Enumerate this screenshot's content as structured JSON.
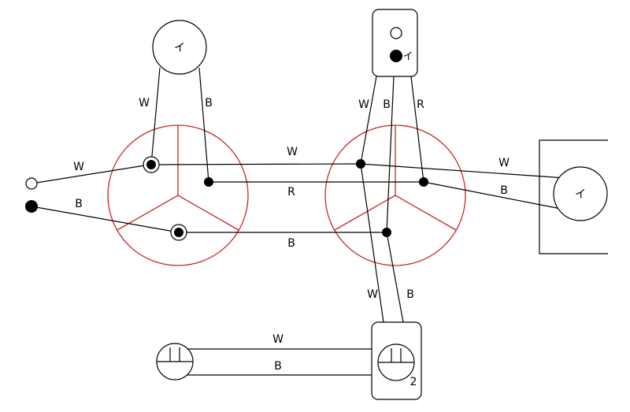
{
  "colors": {
    "junction_box": "#c62828",
    "wire": "#000000"
  },
  "lamp_symbol": "イ",
  "switch_symbol": "イ",
  "switch_count": "2",
  "wire_labels": {
    "lamp_top_left": "W",
    "lamp_top_right": "B",
    "source_white": "W",
    "source_black": "B",
    "mid_white": "W",
    "mid_red": "R",
    "mid_black": "B",
    "switch_white": "W",
    "switch_black": "B",
    "switch_red": "R",
    "right_white": "W",
    "right_black": "B",
    "down_white": "W",
    "down_black": "B",
    "bottom_white": "W",
    "bottom_black": "B"
  }
}
